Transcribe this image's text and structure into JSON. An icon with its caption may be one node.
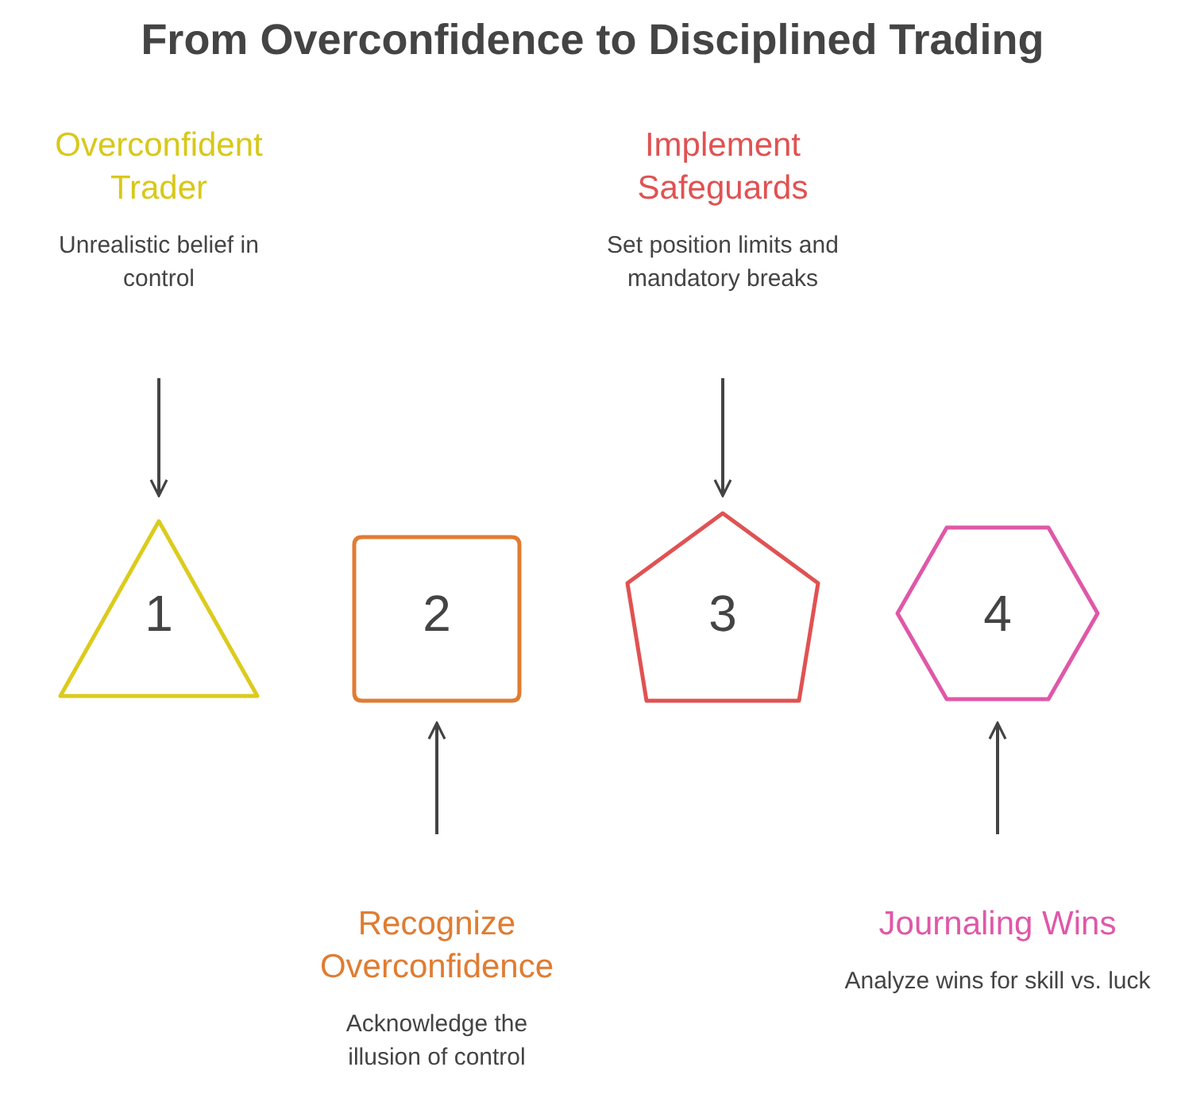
{
  "diagram": {
    "title": "From Overconfidence to Disciplined Trading",
    "nodes": [
      {
        "text": [
          "Overconfident Trader",
          "Unrealistic belief in control"
        ]
      },
      {
        "text": [
          "Implement Safeguards",
          "Set position limits and mandatory breaks"
        ]
      },
      {
        "text": [
          "1"
        ]
      },
      {
        "text": [
          "2"
        ]
      },
      {
        "text": [
          "3"
        ]
      },
      {
        "text": [
          "4"
        ]
      },
      {
        "text": [
          "Recognize Overconfidence",
          "Acknowledge the illusion of control"
        ]
      },
      {
        "text": [
          "Journaling Wins",
          "Analyze wins for skill vs. luck"
        ]
      }
    ],
    "edges": [
      {
        "from": 0,
        "to": 2,
        "arrow": "to"
      },
      {
        "from": 1,
        "to": 4,
        "arrow": "to"
      },
      {
        "from": 6,
        "to": 3,
        "arrow": "to"
      },
      {
        "from": 7,
        "to": 5,
        "arrow": "to"
      }
    ]
  }
}
